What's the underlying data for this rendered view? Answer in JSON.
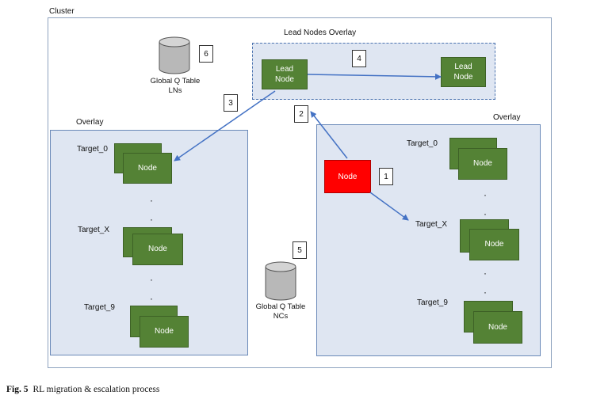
{
  "cluster_label": "Cluster",
  "lead_overlay_label": "Lead Nodes Overlay",
  "left_overlay_label": "Overlay",
  "right_overlay_label": "Overlay",
  "node_text": "Node",
  "lead_node_text": "Lead\nNode",
  "targets": {
    "t0": "Target_0",
    "tx": "Target_X",
    "t9": "Target_9"
  },
  "databases": {
    "lns": "Global Q Table\nLNs",
    "ncs": "Global Q Table\nNCs"
  },
  "steps": [
    "1",
    "2",
    "3",
    "4",
    "5",
    "6"
  ],
  "colors": {
    "node": "#548235",
    "migrating_node": "#ff0000",
    "arrow": "#4472c4",
    "overlay_fill": "#dfe6f2"
  },
  "caption": {
    "label": "Fig. 5",
    "text": "RL migration & escalation process"
  }
}
